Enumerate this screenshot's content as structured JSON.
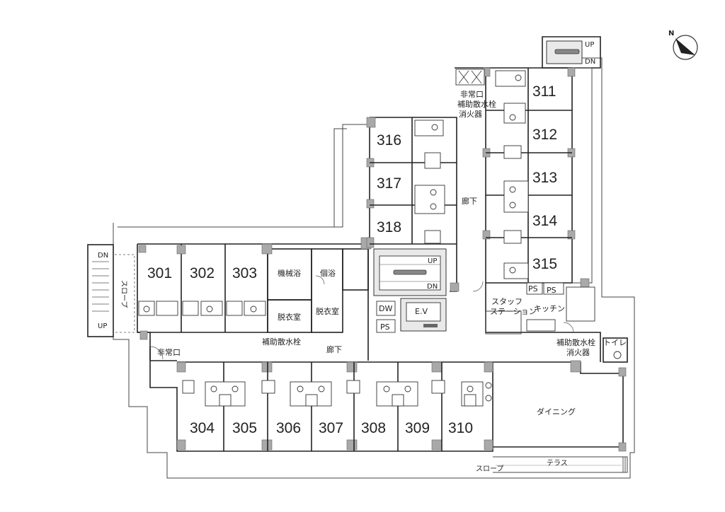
{
  "rooms": {
    "r301": "301",
    "r302": "302",
    "r303": "303",
    "r304": "304",
    "r305": "305",
    "r306": "306",
    "r307": "307",
    "r308": "308",
    "r309": "309",
    "r310": "310",
    "r311": "311",
    "r312": "312",
    "r313": "313",
    "r314": "314",
    "r315": "315",
    "r316": "316",
    "r317": "317",
    "r318": "318"
  },
  "labels": {
    "machine_bath": "機械浴",
    "private_bath": "個浴",
    "dressing_room_1": "脱衣室",
    "dressing_room_2": "脱衣室",
    "dw": "DW",
    "ev": "E.V",
    "ps_1": "PS",
    "ps_2": "PS",
    "ps_3": "PS",
    "corridor_main": "廊下",
    "corridor_east": "廊下",
    "emergency_exit_west": "非常口",
    "emergency_exit_north": "非常口",
    "hydrant_north_1": "補助散水栓",
    "hydrant_north_2": "消火器",
    "hydrant_mid": "補助散水栓",
    "hydrant_east_1": "補助散水栓",
    "hydrant_east_2": "消火器",
    "toilet": "トイレ",
    "staff_station_1": "スタッフ",
    "staff_station_2": "ステーション",
    "kitchen": "キッチン",
    "dining": "ダイニング",
    "terrace": "テラス",
    "slope_south": "スロープ",
    "slope_west": "スロープ",
    "stair_main_up": "UP",
    "stair_main_dn": "DN",
    "stair_ne_up": "UP",
    "stair_ne_dn": "DN",
    "stair_w_up": "UP",
    "stair_w_dn": "DN"
  },
  "icons": {
    "north_arrow": "north-arrow-icon"
  }
}
